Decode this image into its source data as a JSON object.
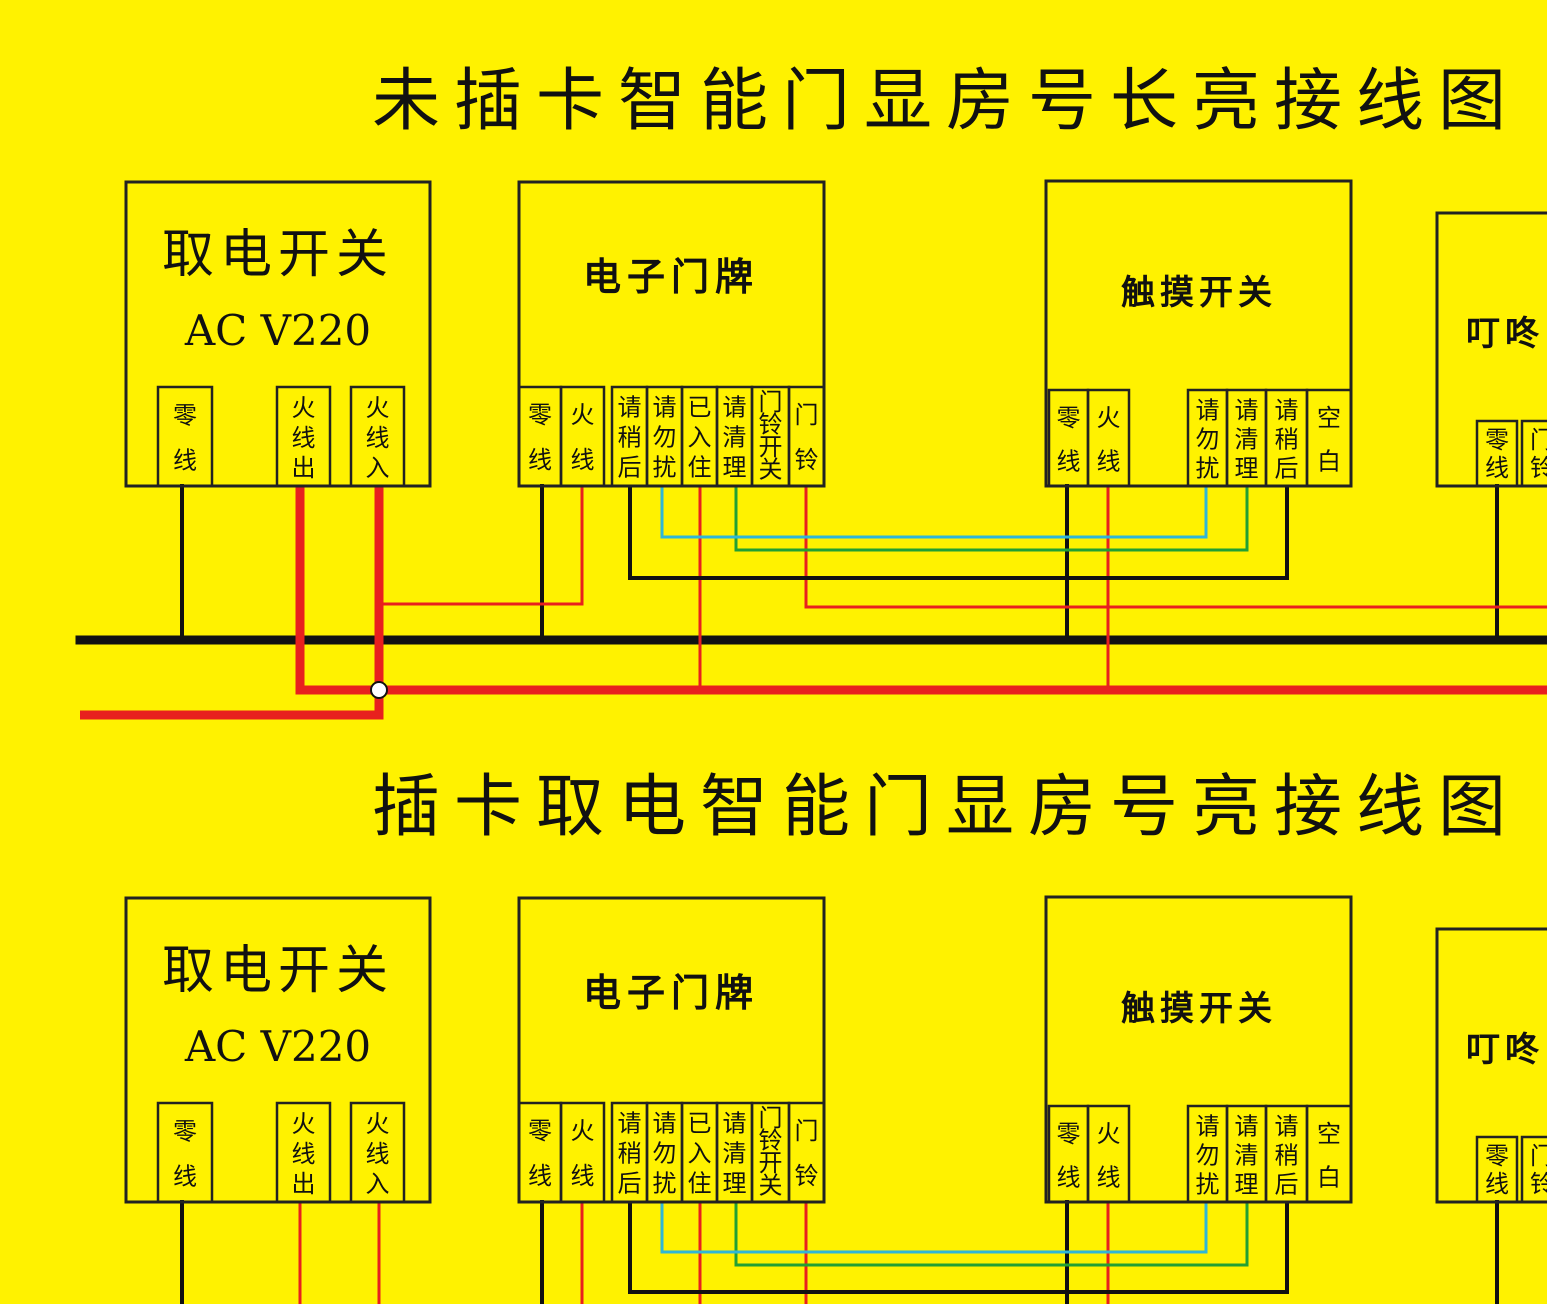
{
  "colors": {
    "background": "#FFF200",
    "neutral": "#111111",
    "live": "#E8201E",
    "green": "#22A033",
    "cyan": "#2FB6D8"
  },
  "diagrams": [
    {
      "title": "未插卡智能门显房号长亮接线图",
      "power_switch": {
        "name": "取电开关",
        "rating": "AC  V220",
        "pins": [
          "零线",
          "火线出",
          "火线入"
        ]
      },
      "door_plate": {
        "name": "电子门牌",
        "pins": [
          "零线",
          "火线",
          "请稍后",
          "请勿扰",
          "已入住",
          "请清理",
          "门铃开关",
          "门铃"
        ]
      },
      "touch_switch": {
        "name": "触摸开关",
        "pins": [
          "零线",
          "火线",
          "请勿扰",
          "请清理",
          "请稍后",
          "空白"
        ]
      },
      "doorbell": {
        "name": "叮咚",
        "pins": [
          "零线",
          "门铃"
        ]
      }
    },
    {
      "title": "插卡取电智能门显房号亮接线图",
      "power_switch": {
        "name": "取电开关",
        "rating": "AC  V220",
        "pins": [
          "零线",
          "火线出",
          "火线入"
        ]
      },
      "door_plate": {
        "name": "电子门牌",
        "pins": [
          "零线",
          "火线",
          "请稍后",
          "请勿扰",
          "已入住",
          "请清理",
          "门铃开关",
          "门铃"
        ]
      },
      "touch_switch": {
        "name": "触摸开关",
        "pins": [
          "零线",
          "火线",
          "请勿扰",
          "请清理",
          "请稍后",
          "空白"
        ]
      },
      "doorbell": {
        "name": "叮咚",
        "pins": [
          "零线",
          "门铃"
        ]
      }
    }
  ]
}
